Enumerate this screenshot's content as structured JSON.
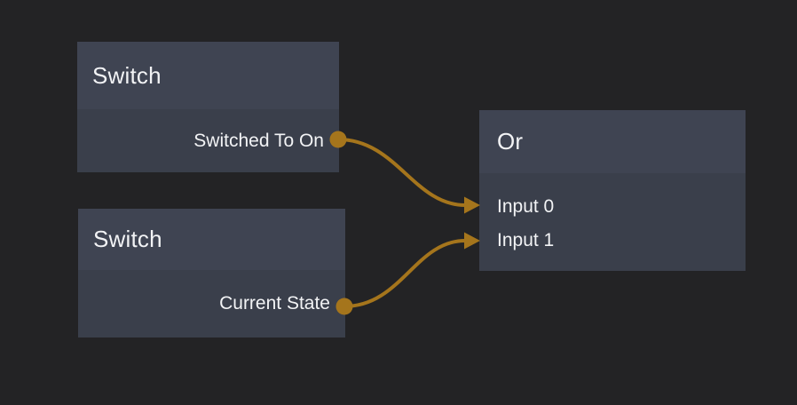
{
  "colors": {
    "background": "#232325",
    "node_header": "#3f4452",
    "node_body": "#3a3f4b",
    "text": "#f2f3f5",
    "wire": "#a5751c"
  },
  "nodes": [
    {
      "title": "Switch",
      "outputs": [
        {
          "label": "Switched To On"
        }
      ]
    },
    {
      "title": "Switch",
      "outputs": [
        {
          "label": "Current State"
        }
      ]
    },
    {
      "title": "Or",
      "inputs": [
        {
          "label": "Input 0"
        },
        {
          "label": "Input 1"
        }
      ]
    }
  ],
  "connections": [
    {
      "from_node": "Switch",
      "from_port": "Switched To On",
      "to_node": "Or",
      "to_port": "Input 0"
    },
    {
      "from_node": "Switch",
      "from_port": "Current State",
      "to_node": "Or",
      "to_port": "Input 1"
    }
  ]
}
